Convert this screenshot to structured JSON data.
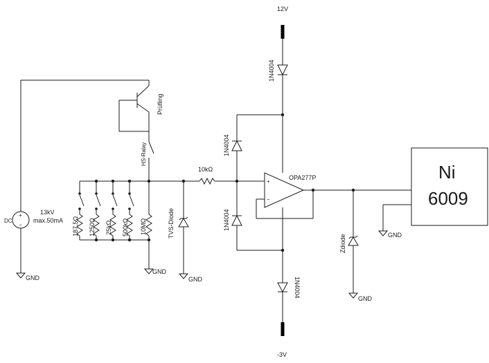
{
  "rails": {
    "positive": "12V",
    "negative": "-3V"
  },
  "source": {
    "symbol": "DC",
    "voltage": "13kV",
    "current_limit": "max.50mA",
    "plus": "+",
    "minus": "−"
  },
  "dut": {
    "label": "Prüfling"
  },
  "relay": {
    "label": "HS-Ralay"
  },
  "resistor_bank": [
    {
      "label": "187,5Ω"
    },
    {
      "label": "1250Ω"
    },
    {
      "label": "25kΩ"
    },
    {
      "label": "500kΩ"
    },
    {
      "label": "10MΩ"
    }
  ],
  "tvs": {
    "label": "TVS-Diode"
  },
  "series_resistor": {
    "label": "10kΩ"
  },
  "diodes": {
    "d_top": "1N4004",
    "d_clamp_top": "1N4004",
    "d_clamp_bottom": "1N4004",
    "d_bottom": "1N4004"
  },
  "opamp": {
    "label": "OPA277P",
    "plus": "+",
    "minus": "−"
  },
  "zdiode": {
    "label": "Zdiode"
  },
  "daq": {
    "line1": "Ni",
    "line2": "6009"
  },
  "grounds": {
    "label": "GND"
  }
}
